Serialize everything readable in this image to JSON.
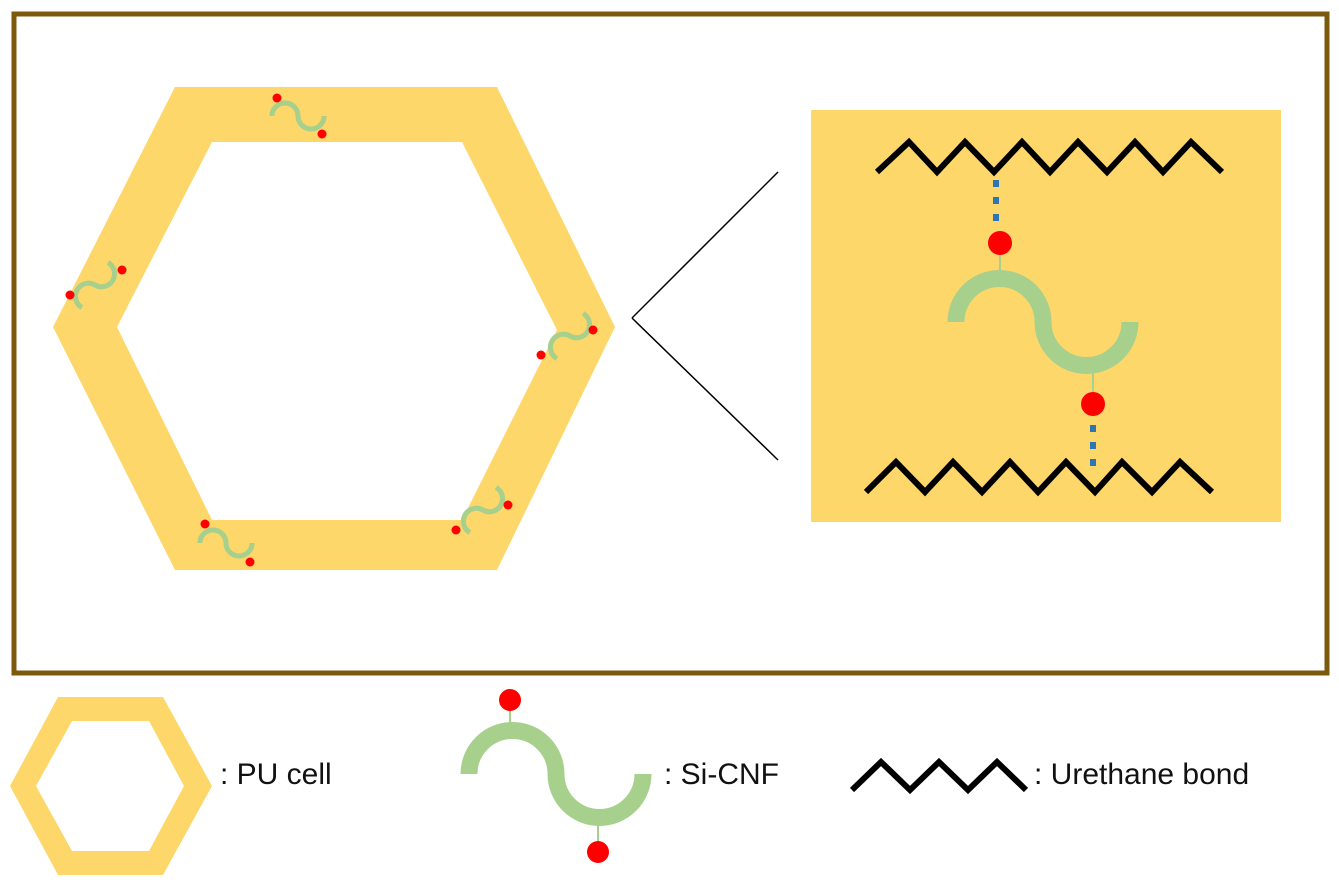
{
  "legend": {
    "pu_cell": ": PU cell",
    "si_cnf": ": Si-CNF",
    "urethane": ": Urethane bond"
  },
  "colors": {
    "frame": "#7B5A0E",
    "pu": "#FDD76A",
    "cnf": "#A8D08D",
    "dot": "#FF0000",
    "hbond": "#2E75B6",
    "bond": "#000000"
  }
}
